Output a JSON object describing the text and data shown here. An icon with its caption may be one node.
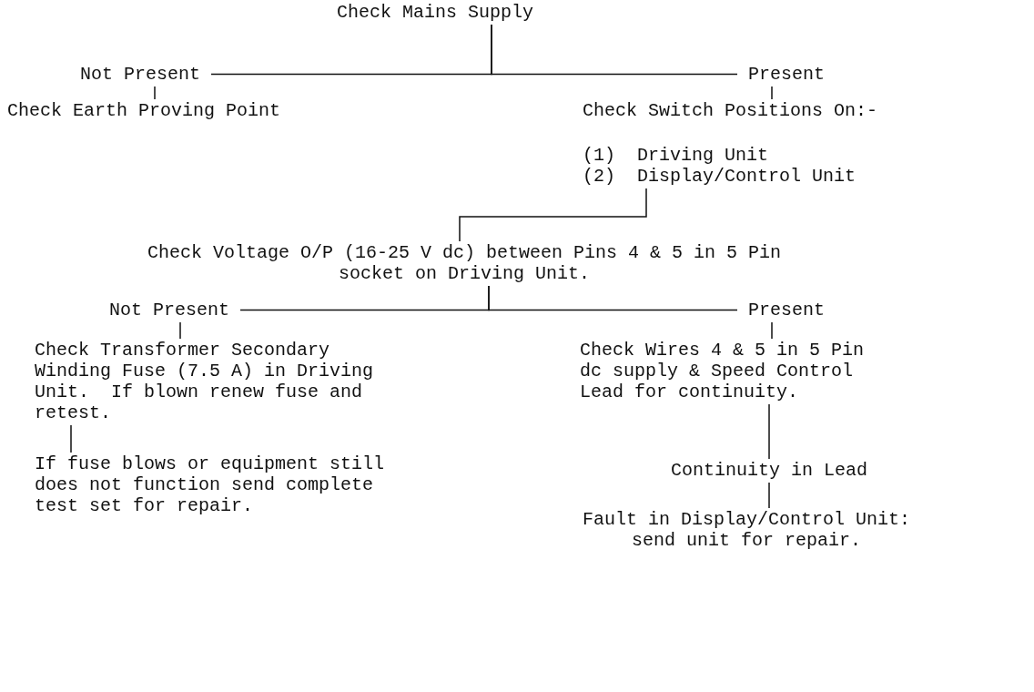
{
  "diagram": {
    "nodes": [
      {
        "text": [
          "Check Mains Supply"
        ]
      },
      {
        "text": [
          "Not Present"
        ]
      },
      {
        "text": [
          "Present"
        ]
      },
      {
        "text": [
          "Check Earth Proving Point"
        ]
      },
      {
        "text": [
          "Check Switch Positions On:-",
          "(1)  Driving Unit",
          "(2)  Display/Control Unit"
        ]
      },
      {
        "text": [
          "Check Voltage O/P (16-25 V dc) between Pins 4 & 5 in 5 Pin socket on Driving Unit."
        ]
      },
      {
        "text": [
          "Not Present"
        ]
      },
      {
        "text": [
          "Present"
        ]
      },
      {
        "text": [
          "Check Transformer Secondary Winding Fuse (7.5 A) in Driving Unit.  If blown renew fuse and retest."
        ]
      },
      {
        "text": [
          "Check Wires 4 & 5 in 5 Pin dc supply & Speed Control Lead for continuity."
        ]
      },
      {
        "text": [
          "If fuse blows or equipment still does not function send complete test set for repair."
        ]
      },
      {
        "text": [
          "Continuity in Lead"
        ]
      },
      {
        "text": [
          "Fault in Display/Control Unit: send unit for repair."
        ]
      }
    ],
    "edges": [
      {
        "from": 0,
        "to": 1,
        "arrow": "none"
      },
      {
        "from": 0,
        "to": 2,
        "arrow": "none"
      },
      {
        "from": 1,
        "to": 3,
        "arrow": "none"
      },
      {
        "from": 2,
        "to": 4,
        "arrow": "none"
      },
      {
        "from": 4,
        "to": 5,
        "arrow": "none"
      },
      {
        "from": 5,
        "to": 6,
        "arrow": "none"
      },
      {
        "from": 5,
        "to": 7,
        "arrow": "none"
      },
      {
        "from": 6,
        "to": 8,
        "arrow": "none"
      },
      {
        "from": 7,
        "to": 9,
        "arrow": "none"
      },
      {
        "from": 8,
        "to": 10,
        "arrow": "none"
      },
      {
        "from": 9,
        "to": 11,
        "arrow": "none"
      },
      {
        "from": 11,
        "to": 12,
        "arrow": "none"
      }
    ]
  }
}
